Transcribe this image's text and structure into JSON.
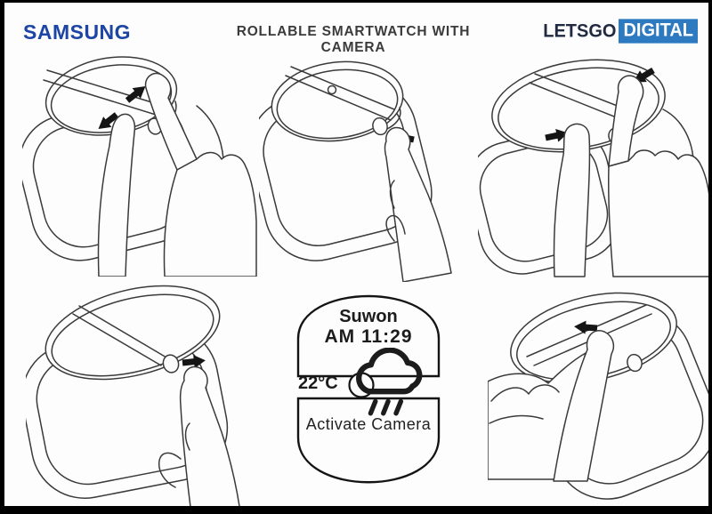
{
  "header": {
    "brand": "SAMSUNG",
    "title": "ROLLABLE SMARTWATCH WITH CAMERA",
    "watermark": {
      "text_dark": "LETSGO",
      "text_badge": "DIGITAL"
    }
  },
  "colors": {
    "brand_blue": "#1c45a4",
    "title_text": "#3b3b3b",
    "watermark_navy": "#212a40",
    "watermark_badge_bg": "#2d7ac0",
    "watermark_badge_text": "#ffffff",
    "line_art": "#3a3a3a",
    "arrow_black": "#151515",
    "frame_border": "#000000",
    "background": "#fdfdfd"
  },
  "watch_display": {
    "city": "Suwon",
    "time": "AM 11:29",
    "temperature": "22°C",
    "weather_icon": "rain-cloud-icon",
    "action_label": "Activate Camera"
  },
  "figures": {
    "top_left": {
      "gesture": "pinch-expand-display",
      "arrow_icons": [
        "arrow-up-right-icon",
        "arrow-down-left-icon"
      ]
    },
    "top_center": {
      "gesture": "press-crown",
      "arrow_icons": [
        "arrow-left-icon"
      ],
      "camera_dot": true
    },
    "top_right": {
      "gesture": "pinch-collapse-display",
      "arrow_icons": [
        "arrow-right-icon",
        "arrow-down-left-icon"
      ]
    },
    "bottom_left": {
      "gesture": "pull-crown",
      "arrow_icons": [
        "arrow-right-icon"
      ]
    },
    "bottom_right": {
      "gesture": "swipe-display-strip",
      "arrow_icons": [
        "arrow-left-icon"
      ]
    }
  }
}
